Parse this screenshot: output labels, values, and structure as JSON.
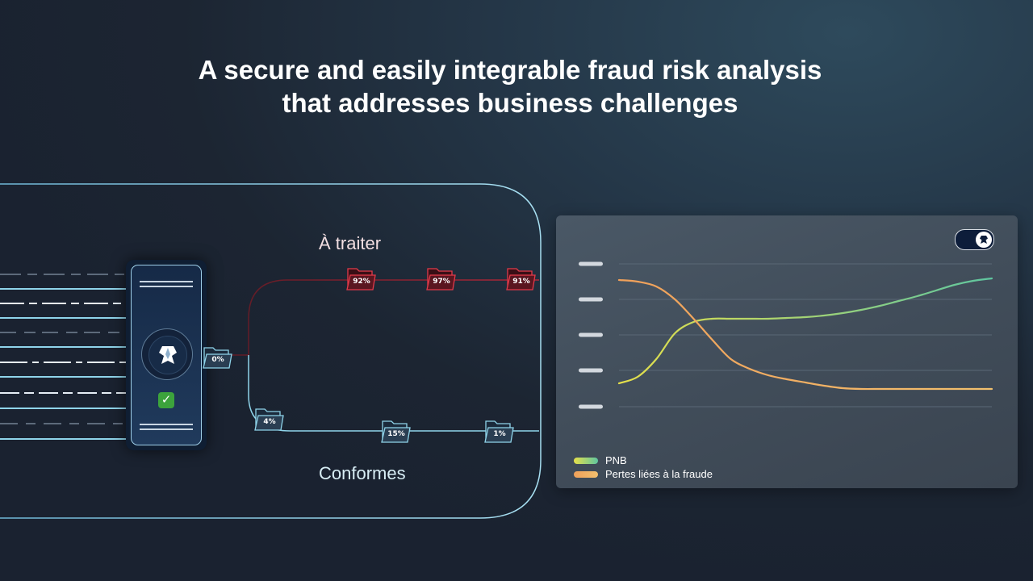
{
  "headline": {
    "line1": "A secure and easily integrable fraud risk analysis",
    "line2": "that addresses business challenges"
  },
  "flow": {
    "label_todo": "À traiter",
    "label_ok": "Conformes",
    "entry_folder": {
      "pct": "0%"
    },
    "todo_folders": [
      {
        "pct": "92%"
      },
      {
        "pct": "97%"
      },
      {
        "pct": "91%"
      }
    ],
    "ok_folders": [
      {
        "pct": "4%"
      },
      {
        "pct": "15%"
      },
      {
        "pct": "1%"
      }
    ],
    "colors": {
      "todo": "#d8303f",
      "ok": "#8fd4ea",
      "frame": "#8fd4ea"
    },
    "device_icon": "shield-logo-icon",
    "device_status_icon": "check-icon"
  },
  "chart_data": {
    "type": "line",
    "series": [
      {
        "name": "PNB",
        "color_start": "#e6e04a",
        "color_end": "#5fc6a0",
        "x": [
          0,
          0.5,
          1,
          1.5,
          2,
          2.5,
          3,
          3.5,
          4,
          4.5,
          5,
          5.5,
          6,
          6.5,
          7,
          7.5,
          8,
          8.5,
          9,
          9.5,
          10
        ],
        "values": [
          0.21,
          0.25,
          0.36,
          0.52,
          0.59,
          0.61,
          0.61,
          0.61,
          0.61,
          0.615,
          0.62,
          0.63,
          0.645,
          0.665,
          0.69,
          0.72,
          0.75,
          0.785,
          0.82,
          0.845,
          0.86
        ]
      },
      {
        "name": "Pertes liées à la fraude",
        "color_start": "#f0a05a",
        "color_end": "#f2c06e",
        "x": [
          0,
          0.5,
          1,
          1.5,
          2,
          2.5,
          3,
          3.5,
          4,
          4.5,
          5,
          5.5,
          6,
          6.5,
          7,
          7.5,
          8,
          8.5,
          9,
          9.5,
          10
        ],
        "values": [
          0.85,
          0.84,
          0.81,
          0.73,
          0.61,
          0.48,
          0.36,
          0.3,
          0.26,
          0.235,
          0.215,
          0.195,
          0.18,
          0.175,
          0.175,
          0.175,
          0.175,
          0.175,
          0.175,
          0.175,
          0.175
        ]
      }
    ],
    "xlim": [
      0,
      10
    ],
    "ylim": [
      0,
      1
    ],
    "grid": true,
    "legend": "bottom-left",
    "toggle_icon": "shield-logo-icon",
    "toggle_state": "on"
  }
}
